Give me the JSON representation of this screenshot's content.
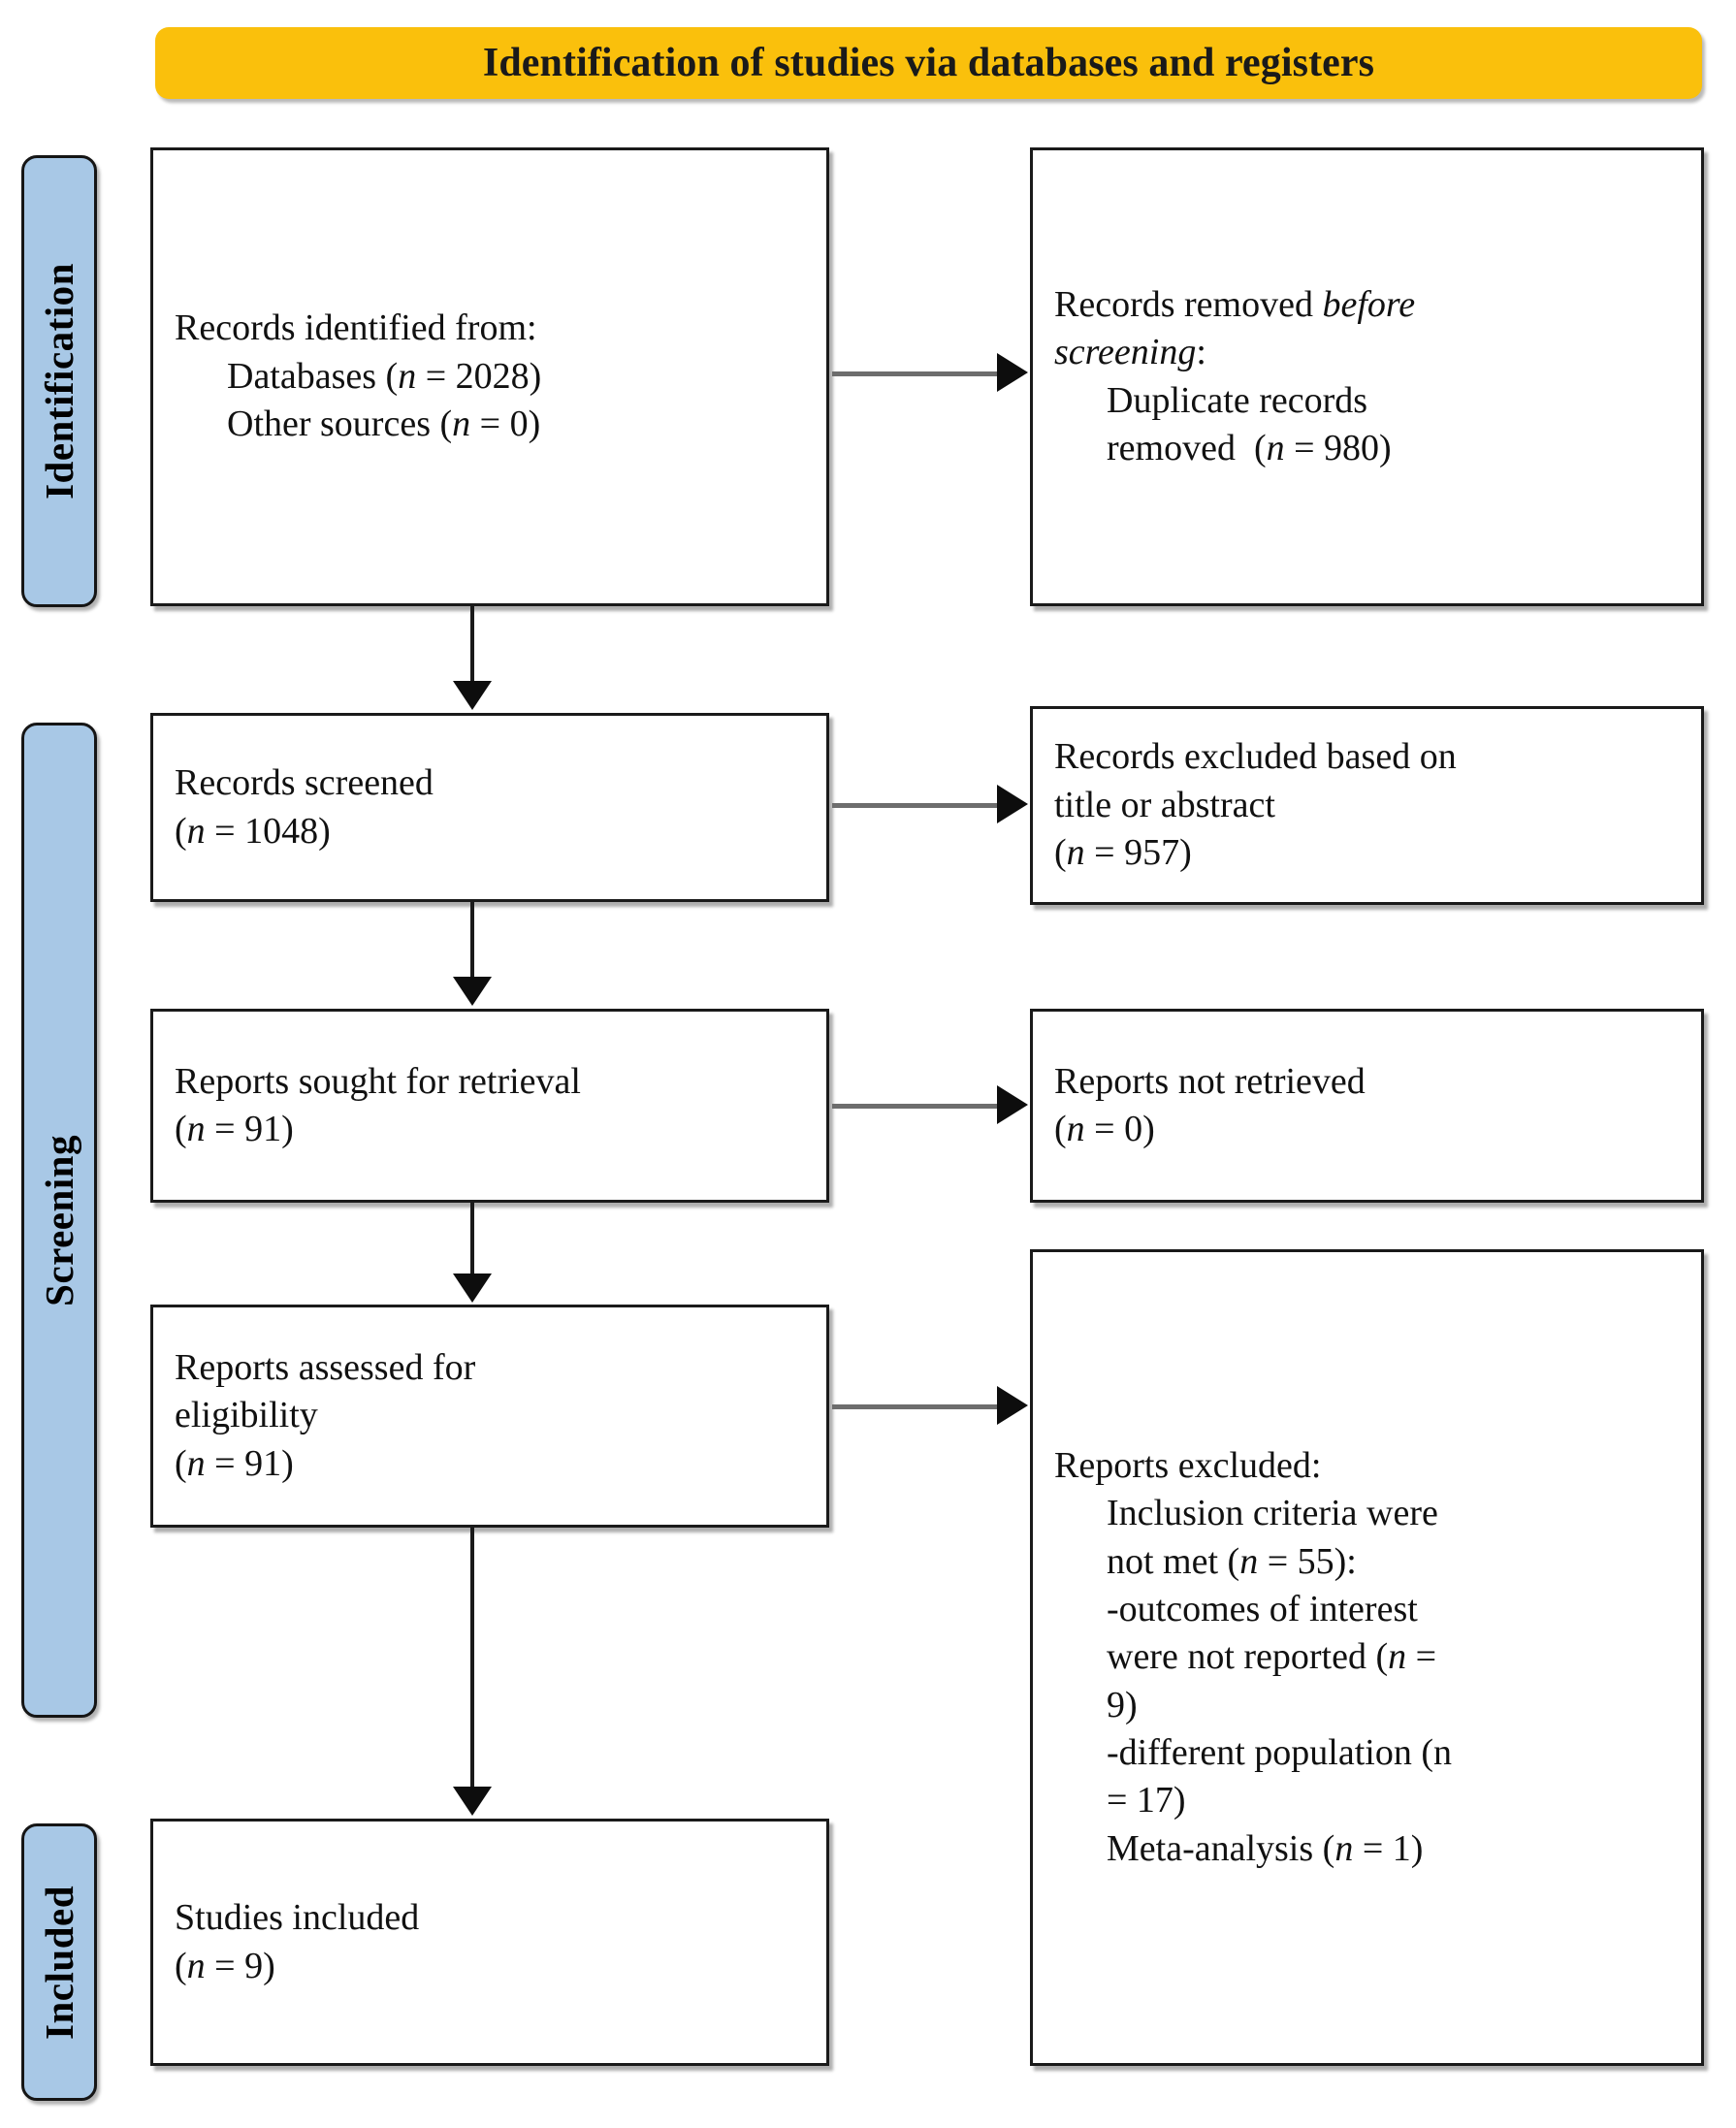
{
  "banner": {
    "title": "Identification of studies via databases and registers",
    "color": "#FAC00C"
  },
  "stages": {
    "color": "#A8C8E6",
    "identification": "Identification",
    "screening": "Screening",
    "included": "Included"
  },
  "boxes": {
    "identified": {
      "line1": "Records identified from:",
      "line2": "Databases (n = 2028)",
      "line3": "Other sources (n = 0)"
    },
    "removed": {
      "line1": "Records removed before",
      "line2": "screening:",
      "line3": "Duplicate records",
      "line4": "removed  (n = 980)"
    },
    "screened": {
      "line1": "Records screened",
      "line2": "(n = 1048)"
    },
    "excluded_title_abstract": {
      "line1": "Records excluded based on",
      "line2": "title or abstract",
      "line3": "(n = 957)"
    },
    "sought": {
      "line1": "Reports sought for retrieval",
      "line2": "(n = 91)"
    },
    "not_retrieved": {
      "line1": "Reports not retrieved",
      "line2": "(n = 0)"
    },
    "eligibility": {
      "line1": "Reports assessed for",
      "line2": "eligibility",
      "line3": "(n = 91)"
    },
    "reports_excluded": {
      "line1": "Reports excluded:",
      "line2": "Inclusion criteria were",
      "line3": "not met (n = 55):",
      "line4": "-outcomes of interest",
      "line5": "were not reported (n =",
      "line6": "9)",
      "line7": "-different population (n",
      "line8": "= 17)",
      "line9": "Meta-analysis (n = 1)"
    },
    "studies_included": {
      "line1": "Studies included",
      "line2": "(n = 9)"
    }
  },
  "chart_data": {
    "type": "diagram",
    "title": "Identification of studies via databases and registers",
    "diagram_kind": "PRISMA flow diagram",
    "nodes": [
      {
        "id": "identified",
        "stage": "Identification",
        "column": "left",
        "label": "Records identified from: Databases (n = 2028); Other sources (n = 0)",
        "n_databases": 2028,
        "n_other_sources": 0
      },
      {
        "id": "removed",
        "stage": "Identification",
        "column": "right",
        "label": "Records removed before screening: Duplicate records removed (n = 980)",
        "n": 980
      },
      {
        "id": "screened",
        "stage": "Screening",
        "column": "left",
        "label": "Records screened (n = 1048)",
        "n": 1048
      },
      {
        "id": "excluded_title_abstract",
        "stage": "Screening",
        "column": "right",
        "label": "Records excluded based on title or abstract (n = 957)",
        "n": 957
      },
      {
        "id": "sought",
        "stage": "Screening",
        "column": "left",
        "label": "Reports sought for retrieval (n = 91)",
        "n": 91
      },
      {
        "id": "not_retrieved",
        "stage": "Screening",
        "column": "right",
        "label": "Reports not retrieved (n = 0)",
        "n": 0
      },
      {
        "id": "eligibility",
        "stage": "Screening",
        "column": "left",
        "label": "Reports assessed for eligibility (n = 91)",
        "n": 91
      },
      {
        "id": "reports_excluded",
        "stage": "Screening",
        "column": "right",
        "label": "Reports excluded: Inclusion criteria were not met (n = 55): -outcomes of interest were not reported (n = 9); -different population (n = 17); Meta-analysis (n = 1)",
        "n_criteria_not_met": 55,
        "n_outcomes_not_reported": 9,
        "n_different_population": 17,
        "n_meta_analysis": 1
      },
      {
        "id": "studies_included",
        "stage": "Included",
        "column": "left",
        "label": "Studies included (n = 9)",
        "n": 9
      }
    ],
    "edges": [
      {
        "from": "identified",
        "to": "removed",
        "direction": "right"
      },
      {
        "from": "identified",
        "to": "screened",
        "direction": "down"
      },
      {
        "from": "screened",
        "to": "excluded_title_abstract",
        "direction": "right"
      },
      {
        "from": "screened",
        "to": "sought",
        "direction": "down"
      },
      {
        "from": "sought",
        "to": "not_retrieved",
        "direction": "right"
      },
      {
        "from": "sought",
        "to": "eligibility",
        "direction": "down"
      },
      {
        "from": "eligibility",
        "to": "reports_excluded",
        "direction": "right"
      },
      {
        "from": "eligibility",
        "to": "studies_included",
        "direction": "down"
      }
    ]
  }
}
